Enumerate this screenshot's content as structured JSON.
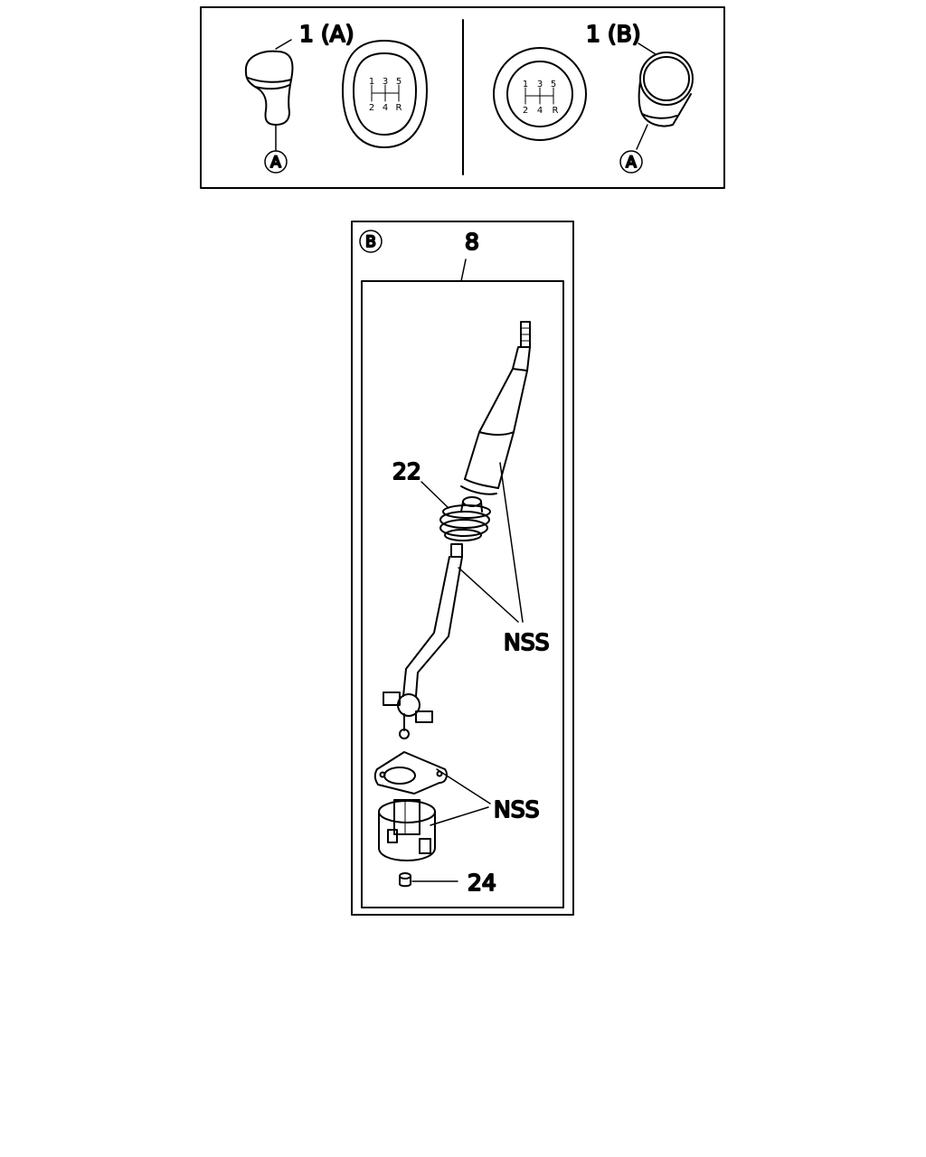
{
  "top_panel": {
    "knob_a_label": "1 (A)",
    "knob_b_label": "1 (B)",
    "ref_a_left": "A",
    "ref_a_right": "A",
    "shift_pattern": {
      "top_row": [
        "1",
        "3",
        "5"
      ],
      "bottom_row": [
        "2",
        "4",
        "R"
      ]
    }
  },
  "detail_panel": {
    "ref_b": "B",
    "assembly_label": "8",
    "boot_label": "22",
    "nss_upper": "NSS",
    "nss_lower": "NSS",
    "bushing_label": "24"
  }
}
